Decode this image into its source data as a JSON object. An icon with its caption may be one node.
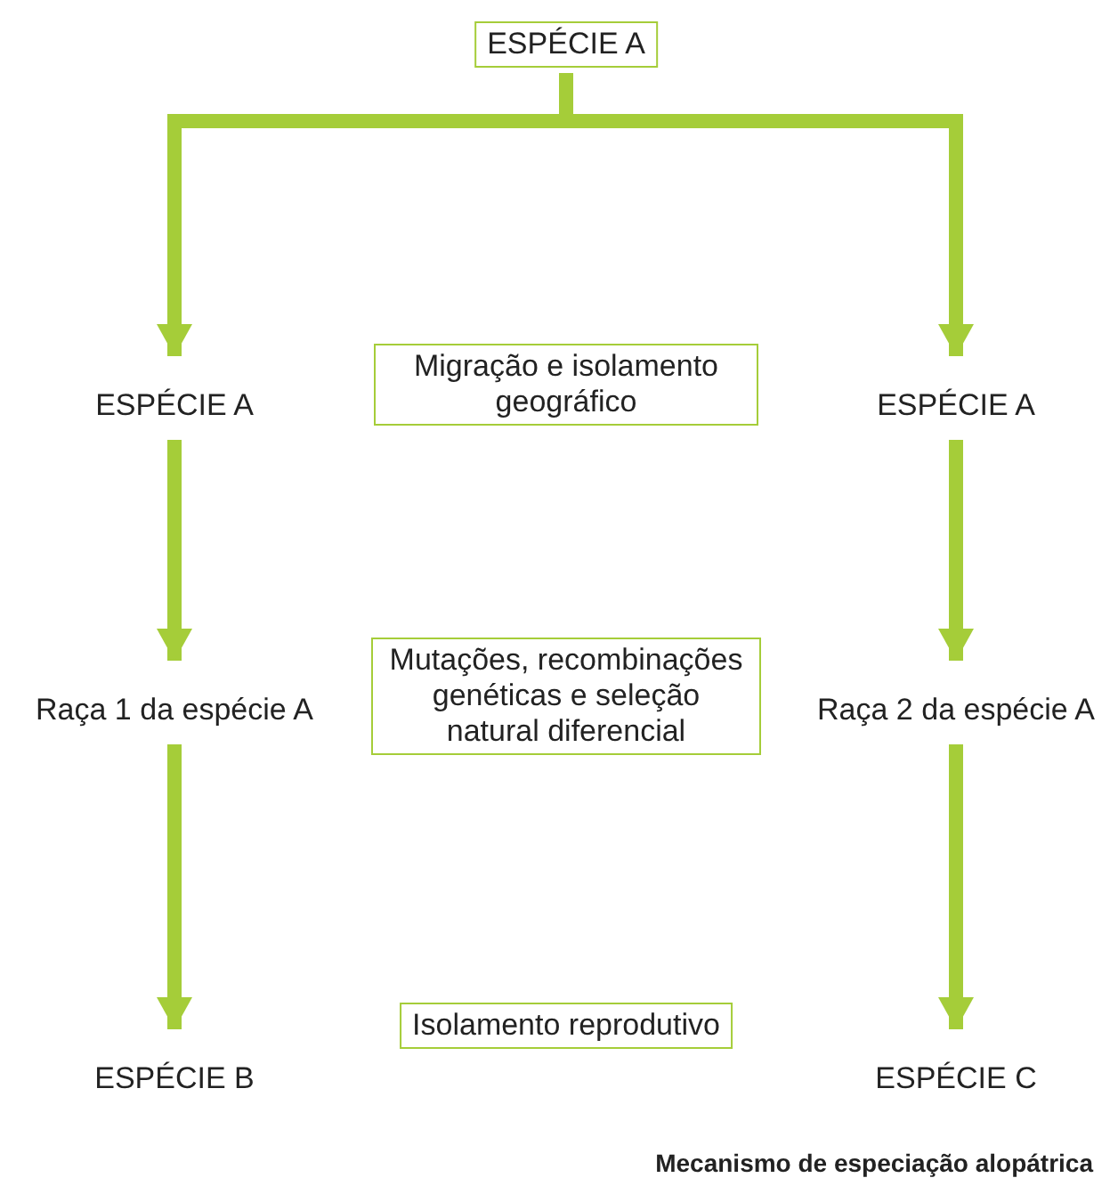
{
  "diagram": {
    "caption": "Mecanismo de especiação alopátrica",
    "nodes": [
      {
        "text": [
          "ESPÉCIE A"
        ]
      },
      {
        "text": [
          "ESPÉCIE A"
        ]
      },
      {
        "text": [
          "Migração e isolamento geográfico"
        ]
      },
      {
        "text": [
          "ESPÉCIE A"
        ]
      },
      {
        "text": [
          "Raça 1 da espécie A"
        ]
      },
      {
        "text": [
          "Mutações, recombinações genéticas e seleção natural diferencial"
        ]
      },
      {
        "text": [
          "Raça 2 da espécie A"
        ]
      },
      {
        "text": [
          "ESPÉCIE B"
        ]
      },
      {
        "text": [
          "Isolamento reprodutivo"
        ]
      },
      {
        "text": [
          "ESPÉCIE C"
        ]
      }
    ],
    "edges": [
      {
        "from": 0,
        "to": 1,
        "arrow": "to"
      },
      {
        "from": 0,
        "to": 3,
        "arrow": "to"
      },
      {
        "from": 1,
        "to": 4,
        "arrow": "to"
      },
      {
        "from": 3,
        "to": 6,
        "arrow": "to"
      },
      {
        "from": 4,
        "to": 7,
        "arrow": "to"
      },
      {
        "from": 6,
        "to": 9,
        "arrow": "to"
      }
    ]
  }
}
